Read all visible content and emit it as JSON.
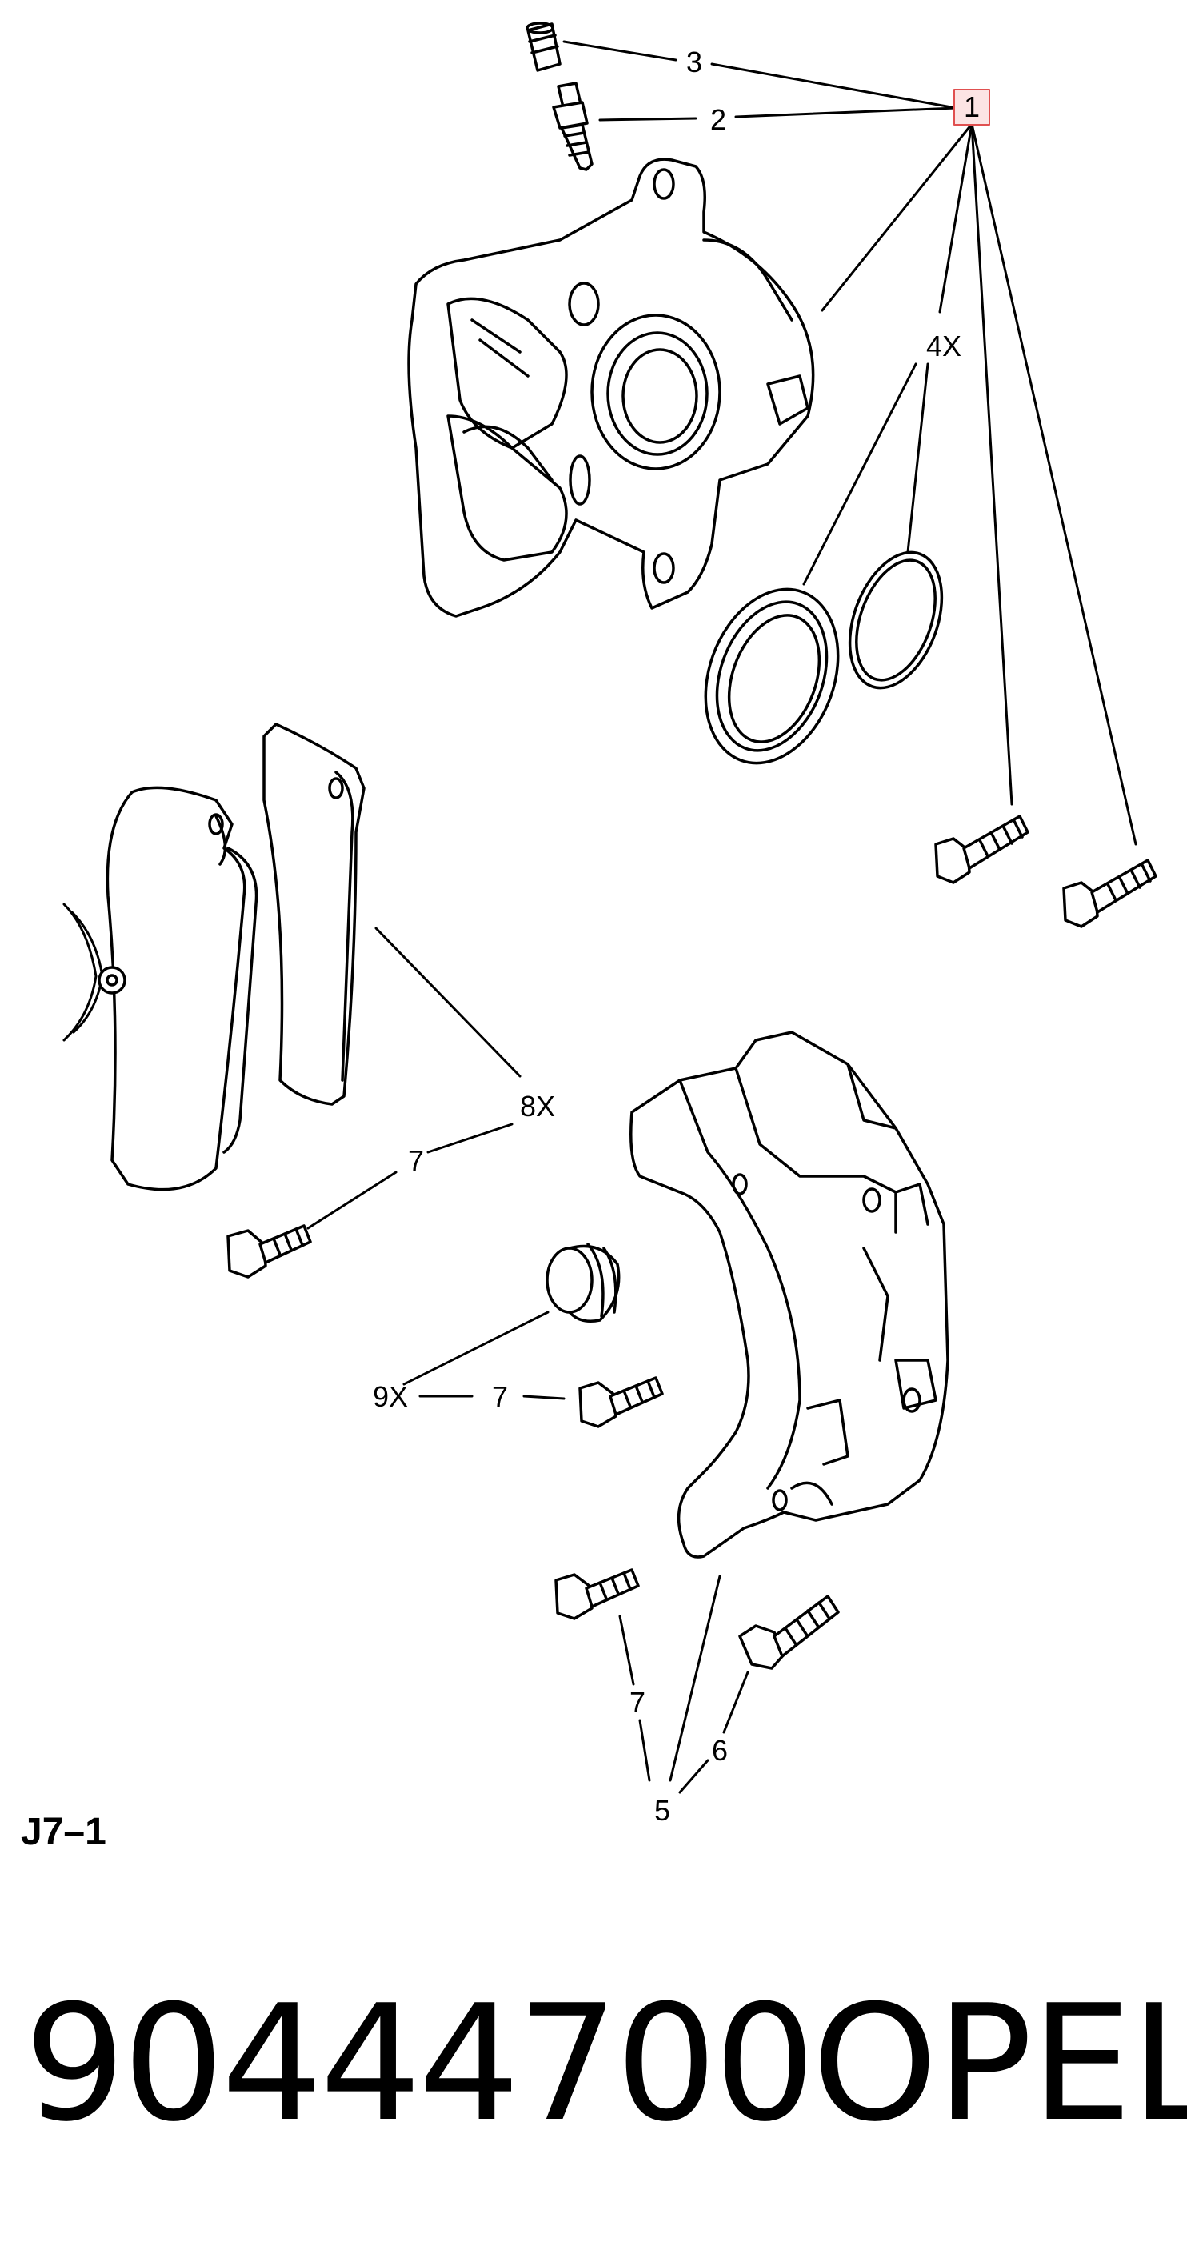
{
  "callouts": {
    "c1": "1",
    "c2": "2",
    "c3": "3",
    "c4": "4X",
    "c5": "5",
    "c6": "6",
    "c7a": "7",
    "c7b": "7",
    "c7c": "7",
    "c8": "8X",
    "c9": "9X"
  },
  "reference_code": "J7–1",
  "part_number": "90444700",
  "brand": "OPEL",
  "colors": {
    "callout_box_fill": "#fce4e4",
    "callout_box_stroke": "#e05050",
    "line": "#000000"
  }
}
